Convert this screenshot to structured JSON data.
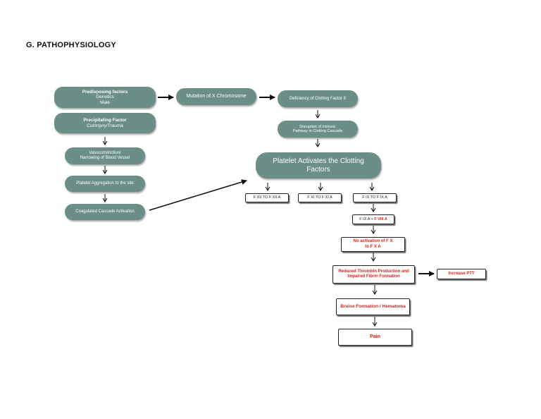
{
  "page": {
    "title": "G.  PATHOPHYSIOLOGY"
  },
  "nodes": {
    "predisposing": {
      "title": "Predisposing factors",
      "line1": "Genetics",
      "line2": "Male"
    },
    "precipitating": {
      "title": "Precipitating Factor",
      "line1": "Cut/Injury/Trauma"
    },
    "vasoconstriction": {
      "line1": "Vasoconstriction/",
      "line2": "Narrowing of Blood Vessel"
    },
    "platelet_aggregation": {
      "label": "Platelet Aggregation to the site"
    },
    "coagulated_cascade": {
      "label": "Coagulated Cascade Activation"
    },
    "mutation": {
      "label": "Mutation of X Chromosome"
    },
    "deficiency": {
      "label": "Deficiency of Clotting Factor 8"
    },
    "disruption": {
      "line1": "Disruption of Intrinsic",
      "line2": "Pathway in Clotting Cascade"
    },
    "platelet_activates": {
      "line1": "Platelet Activates the Clotting",
      "line2": "Factors"
    },
    "fxii": {
      "label": "F XII TO F XII A"
    },
    "fxi": {
      "label": "F XI TO F XI A"
    },
    "fix": {
      "label": "F IX TO F IX A"
    },
    "fixa_fviii": {
      "prefix": "F IX A + ",
      "highlight": "F VIII A"
    },
    "no_activation": {
      "line1": "No activation of F X",
      "line2": "to F X A"
    },
    "reduced_thrombin": {
      "line1": "Reduced Thrombin Production and",
      "line2": "Impaired Fibrin Formation"
    },
    "increase_ptt": {
      "label": "Increase PTT"
    },
    "bruise": {
      "label": "Bruise Formation / Hematoma"
    },
    "pain": {
      "label": "Pain"
    }
  },
  "colors": {
    "pill": "#6b8e86",
    "highlight": "#e0211b",
    "arrow": "#111111"
  }
}
